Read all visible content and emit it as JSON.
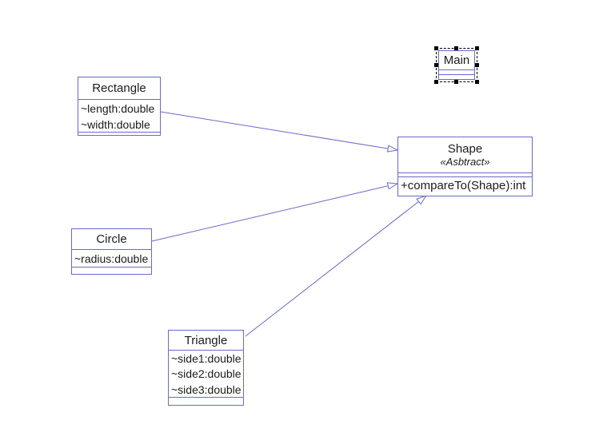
{
  "app": {
    "background": "#ffffff",
    "accent_color": "#6a6ac8",
    "selection_color": "#000000"
  },
  "classes": {
    "main": {
      "name": "Main",
      "attributes": [],
      "methods": [],
      "selected": true
    },
    "rectangle": {
      "name": "Rectangle",
      "attributes": [
        "~length:double",
        "~width:double"
      ],
      "methods": []
    },
    "shape": {
      "name": "Shape",
      "stereotype": "«Asbtract»",
      "attributes": [],
      "methods": [
        "+compareTo(Shape):int"
      ]
    },
    "circle": {
      "name": "Circle",
      "attributes": [
        "~radius:double"
      ],
      "methods": []
    },
    "triangle": {
      "name": "Triangle",
      "attributes": [
        "~side1:double",
        "~side2:double",
        "~side3:double"
      ],
      "methods": []
    }
  },
  "relations": [
    {
      "from": "Rectangle",
      "to": "Shape",
      "type": "generalization"
    },
    {
      "from": "Circle",
      "to": "Shape",
      "type": "generalization"
    },
    {
      "from": "Triangle",
      "to": "Shape",
      "type": "generalization"
    }
  ]
}
